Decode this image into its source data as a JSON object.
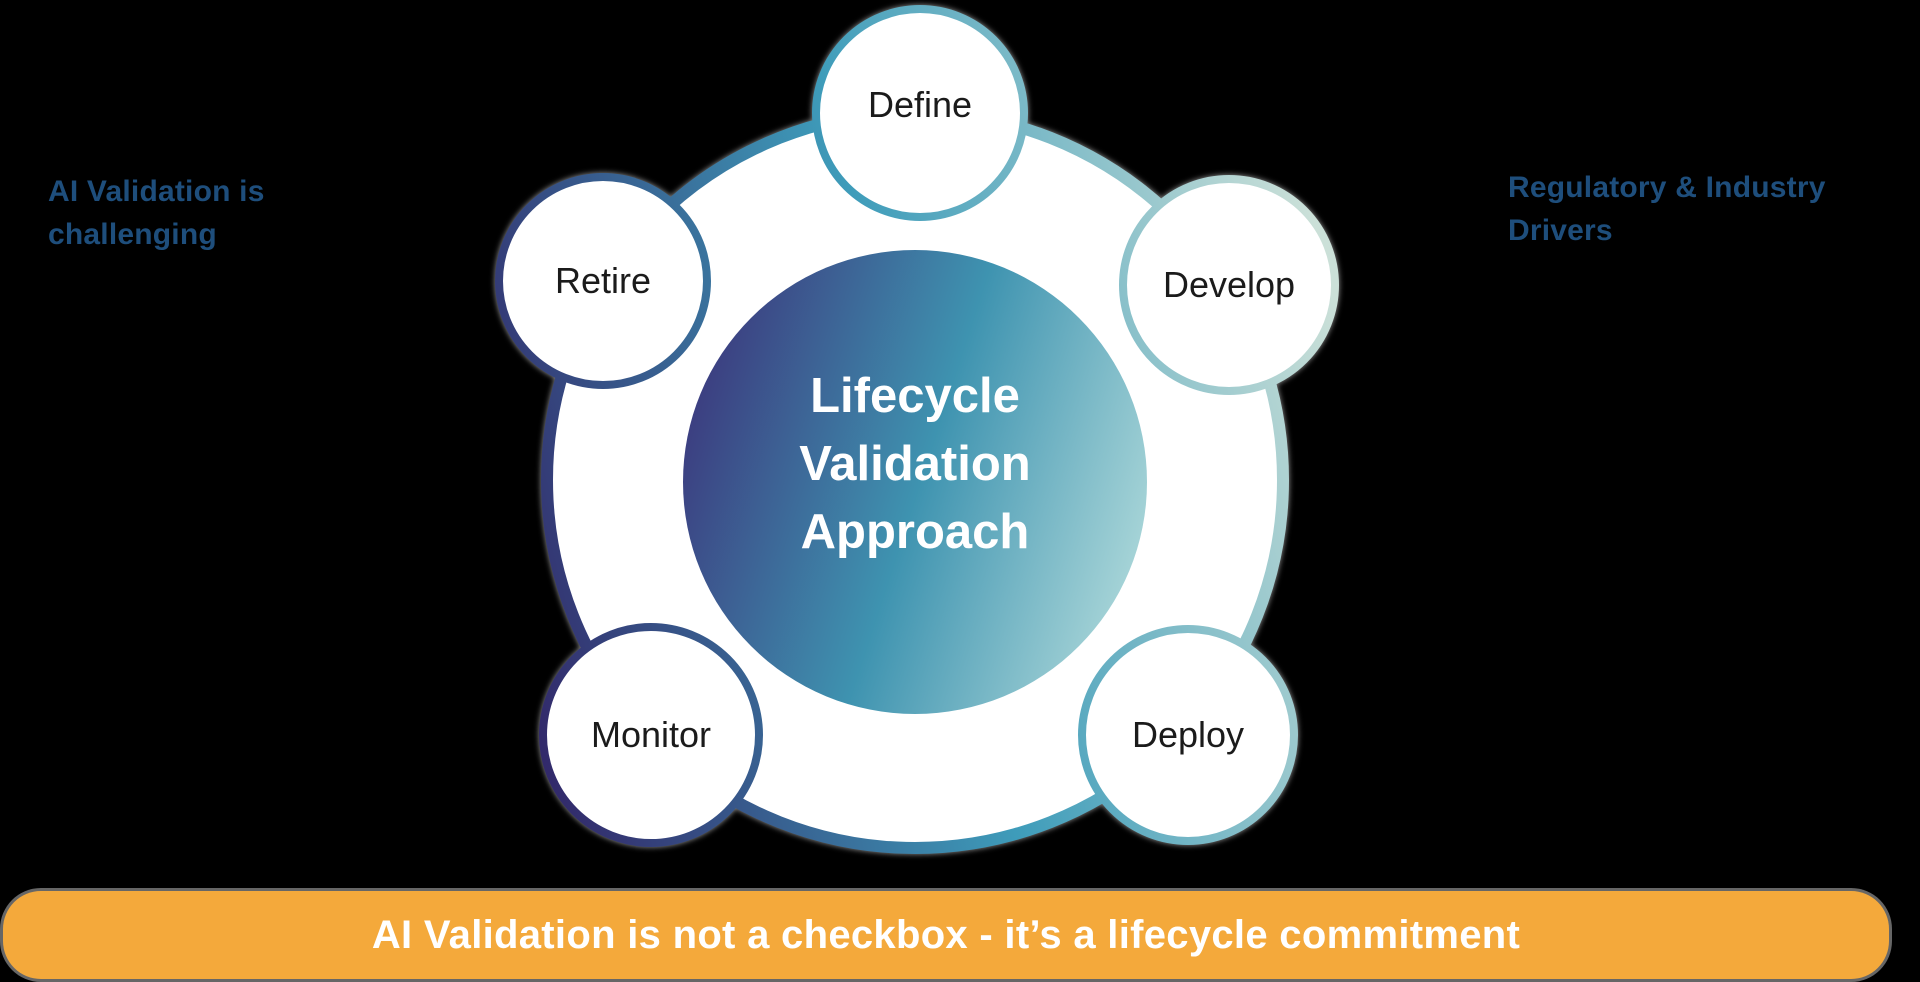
{
  "notes": {
    "left": {
      "lines": [
        "AI Validation is",
        "challenging"
      ]
    },
    "right": {
      "lines": [
        "Regulatory & Industry",
        "Drivers"
      ]
    }
  },
  "diagram": {
    "center": {
      "line1": "Lifecycle",
      "line2": "Validation",
      "line3": "Approach"
    },
    "phases": [
      {
        "label": "Define"
      },
      {
        "label": "Develop"
      },
      {
        "label": "Deploy"
      },
      {
        "label": "Monitor"
      },
      {
        "label": "Retire"
      }
    ]
  },
  "banner": {
    "text": "AI Validation is not a checkbox - it’s a lifecycle commitment"
  },
  "colors": {
    "background": "#000000",
    "note_text": "#1e4e7c",
    "banner_bg": "#f4a93b",
    "banner_text": "#ffffff",
    "phase_label": "#1b1b1b",
    "circle_fill": "#ffffff",
    "stroke_gradient": [
      "#32296a",
      "#3e9cba",
      "#cbe0d8"
    ],
    "center_gradient": [
      "#3c3d80",
      "#3e93b0",
      "#abd7d9"
    ]
  }
}
